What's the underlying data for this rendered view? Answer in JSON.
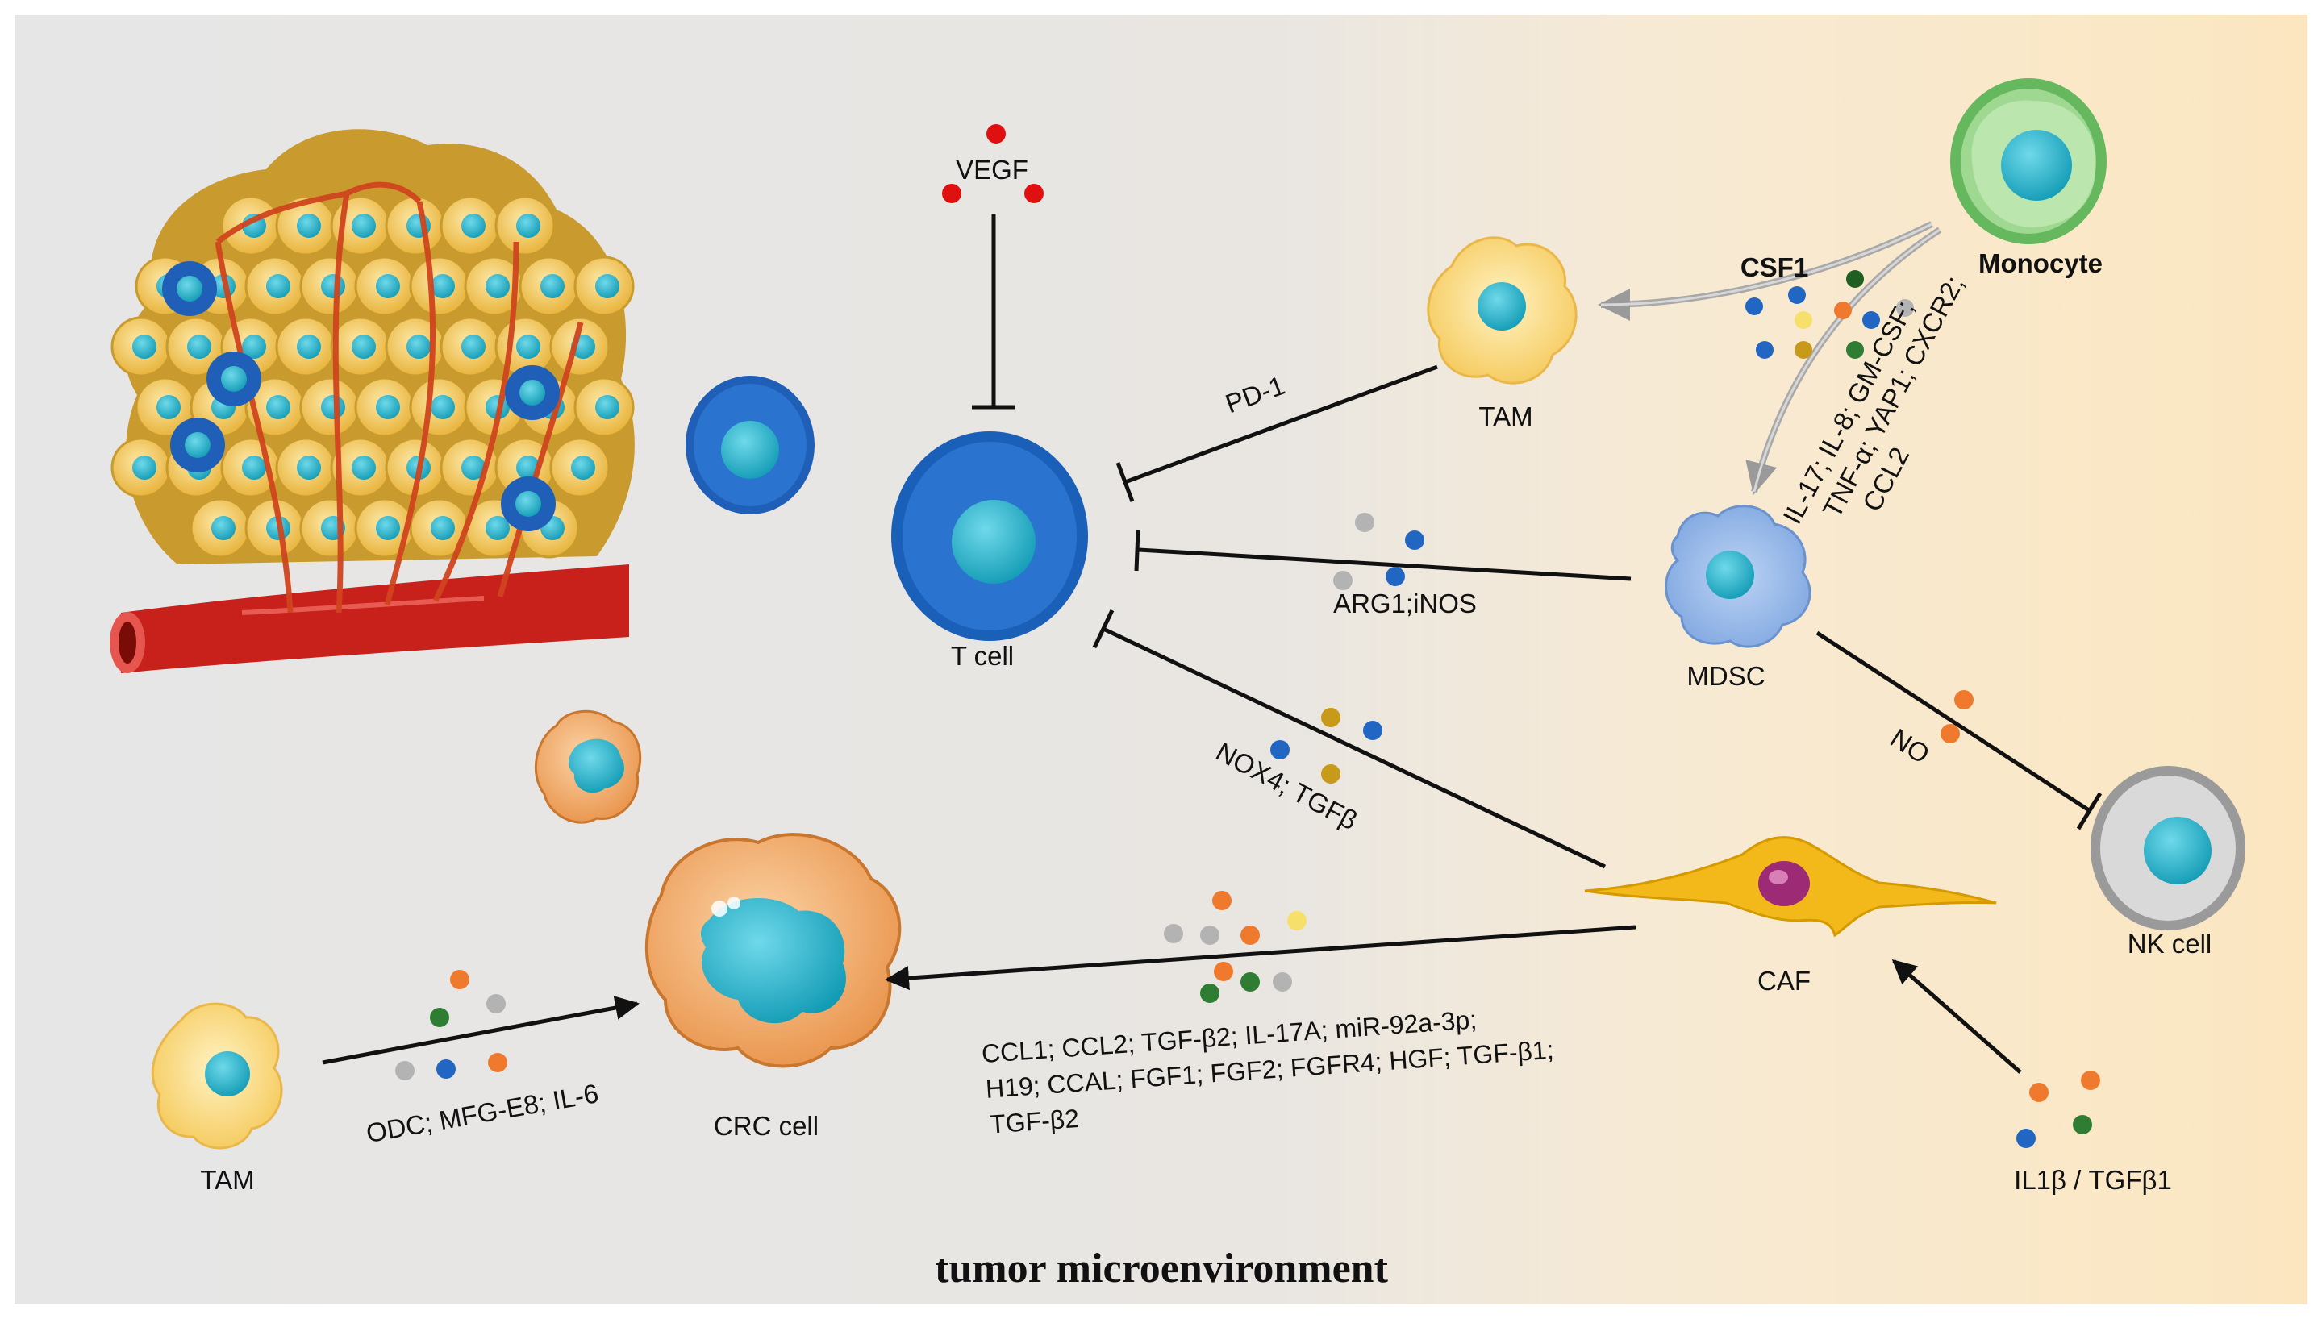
{
  "title": "tumor microenvironment",
  "cells": {
    "t_cell": "T cell",
    "tam_top": "TAM",
    "tam_bottom": "TAM",
    "monocyte": "Monocyte",
    "mdsc": "MDSC",
    "nk_cell": "NK  cell",
    "caf": "CAF",
    "crc_cell": "CRC cell"
  },
  "factors": {
    "vegf": "VEGF",
    "pd1": "PD-1",
    "csf1": "CSF1",
    "mono_mdsc_line1": "IL-17; IL-8; GM-CSF;",
    "mono_mdsc_line2": "TNF-α; YAP1; CXCR2;",
    "mono_mdsc_line3": "CCL2",
    "arg1_inos": "ARG1;iNOS",
    "nox4_tgfb": "NOX4; TGFβ",
    "no": "NO",
    "caf_crc_line1": "CCL1; CCL2; TGF-β2; IL-17A; miR-92a-3p;",
    "caf_crc_line2": "H19; CCAL; FGF1; FGF2; FGFR4; HGF; TGF-β1;",
    "caf_crc_line3": "TGF-β2",
    "tam_crc": "ODC; MFG-E8; IL-6",
    "il1b_tgfb1": "IL1β / TGFβ1"
  },
  "colors": {
    "bg_left": "#e6e6e6",
    "bg_right": "#fbe7c2",
    "t_cell_blue": "#1a64c0",
    "nucleus_teal": "#2ab0c8",
    "tam_yellow": "#f9d56b",
    "monocyte_green": "#7cc576",
    "mdsc_blue": "#8fb4e8",
    "nk_gray": "#b9b9b9",
    "caf_yellow": "#f2b400",
    "crc_orange": "#f0a050",
    "vessel_red": "#c8201a",
    "dot_red": "#e01010",
    "dot_blue": "#2266c4",
    "dot_gray": "#b3b3b3",
    "dot_orange": "#ef7a2e",
    "dot_green": "#2f7d32",
    "dot_gold": "#c89a1a",
    "dot_yellow": "#f6df6a",
    "dot_dkgreen": "#1f5f22"
  }
}
